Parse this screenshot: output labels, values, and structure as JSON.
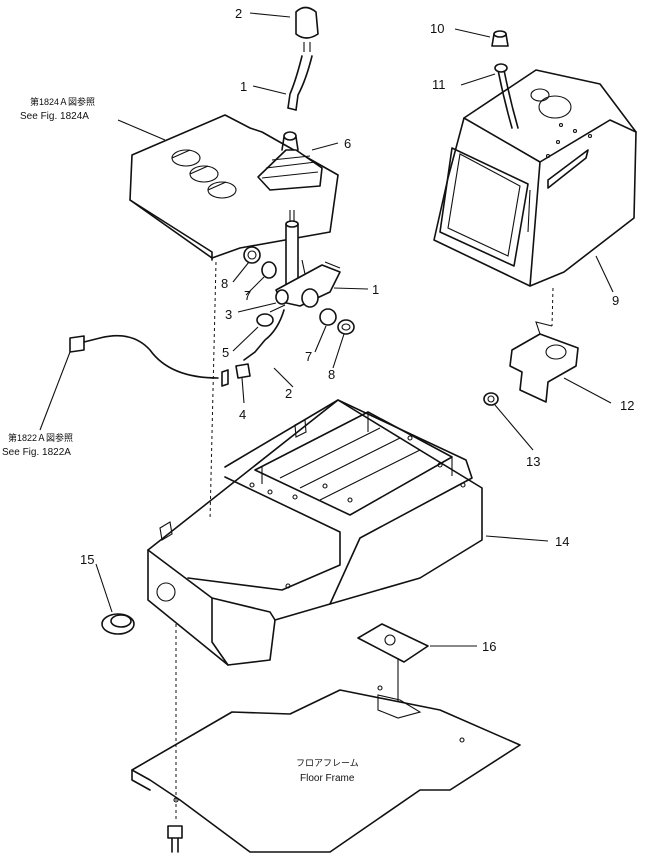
{
  "callouts": {
    "c1a": "1",
    "c1b": "1",
    "c2a": "2",
    "c2b": "2",
    "c3": "3",
    "c4": "4",
    "c5": "5",
    "c6": "6",
    "c7a": "7",
    "c7b": "7",
    "c8a": "8",
    "c8b": "8",
    "c9": "9",
    "c10": "10",
    "c11": "11",
    "c12": "12",
    "c13": "13",
    "c14": "14",
    "c15": "15",
    "c16": "16"
  },
  "notes": {
    "ref1824_jp": "第1824Ａ図参照",
    "ref1824_en": "See Fig. 1824A",
    "ref1822_jp": "第1822Ａ図参照",
    "ref1822_en": "See Fig. 1822A",
    "floor_jp": "フロアフレーム",
    "floor_en": "Floor Frame"
  }
}
